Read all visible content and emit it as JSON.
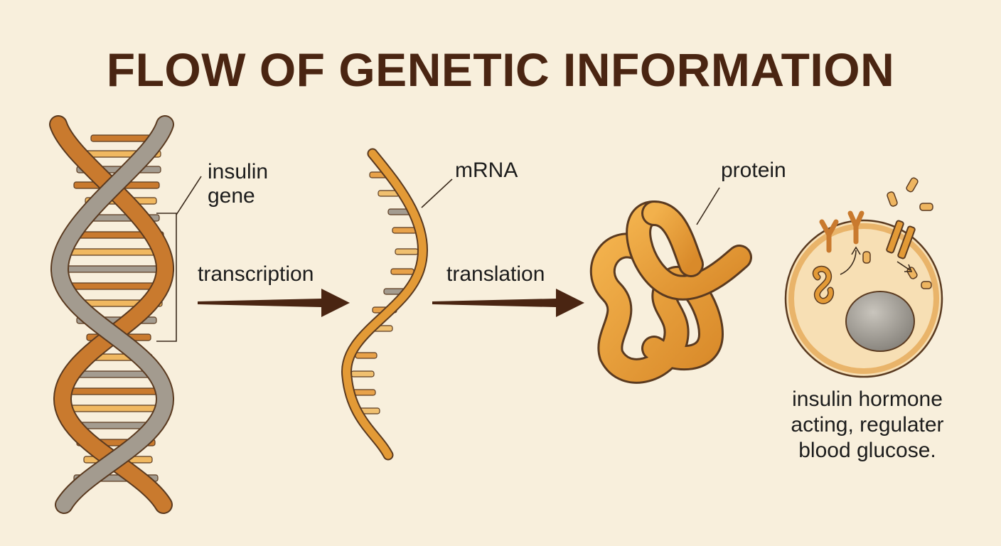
{
  "title": "FLOW OF GENETIC INFORMATION",
  "labels": {
    "insulin_gene_line1": "insulin",
    "insulin_gene_line2": "gene",
    "transcription": "transcription",
    "mrna": "mRNA",
    "translation": "translation",
    "protein": "protein"
  },
  "caption": {
    "line1": "insulin hormone",
    "line2": "acting, regulater",
    "line3": "blood glucose."
  },
  "colors": {
    "background": "#f8efdc",
    "title": "#4a2512",
    "strand_orange": "#c97a2e",
    "strand_grey": "#9e968a",
    "base_light": "#f0b860",
    "arrow": "#4a2512",
    "protein": "#e39a36",
    "cell_fill": "#f7dfb4",
    "nucleus": "#8f8b84"
  },
  "icons": [
    "dna-double-helix",
    "mrna-strand",
    "folded-protein",
    "cell-with-receptors"
  ]
}
